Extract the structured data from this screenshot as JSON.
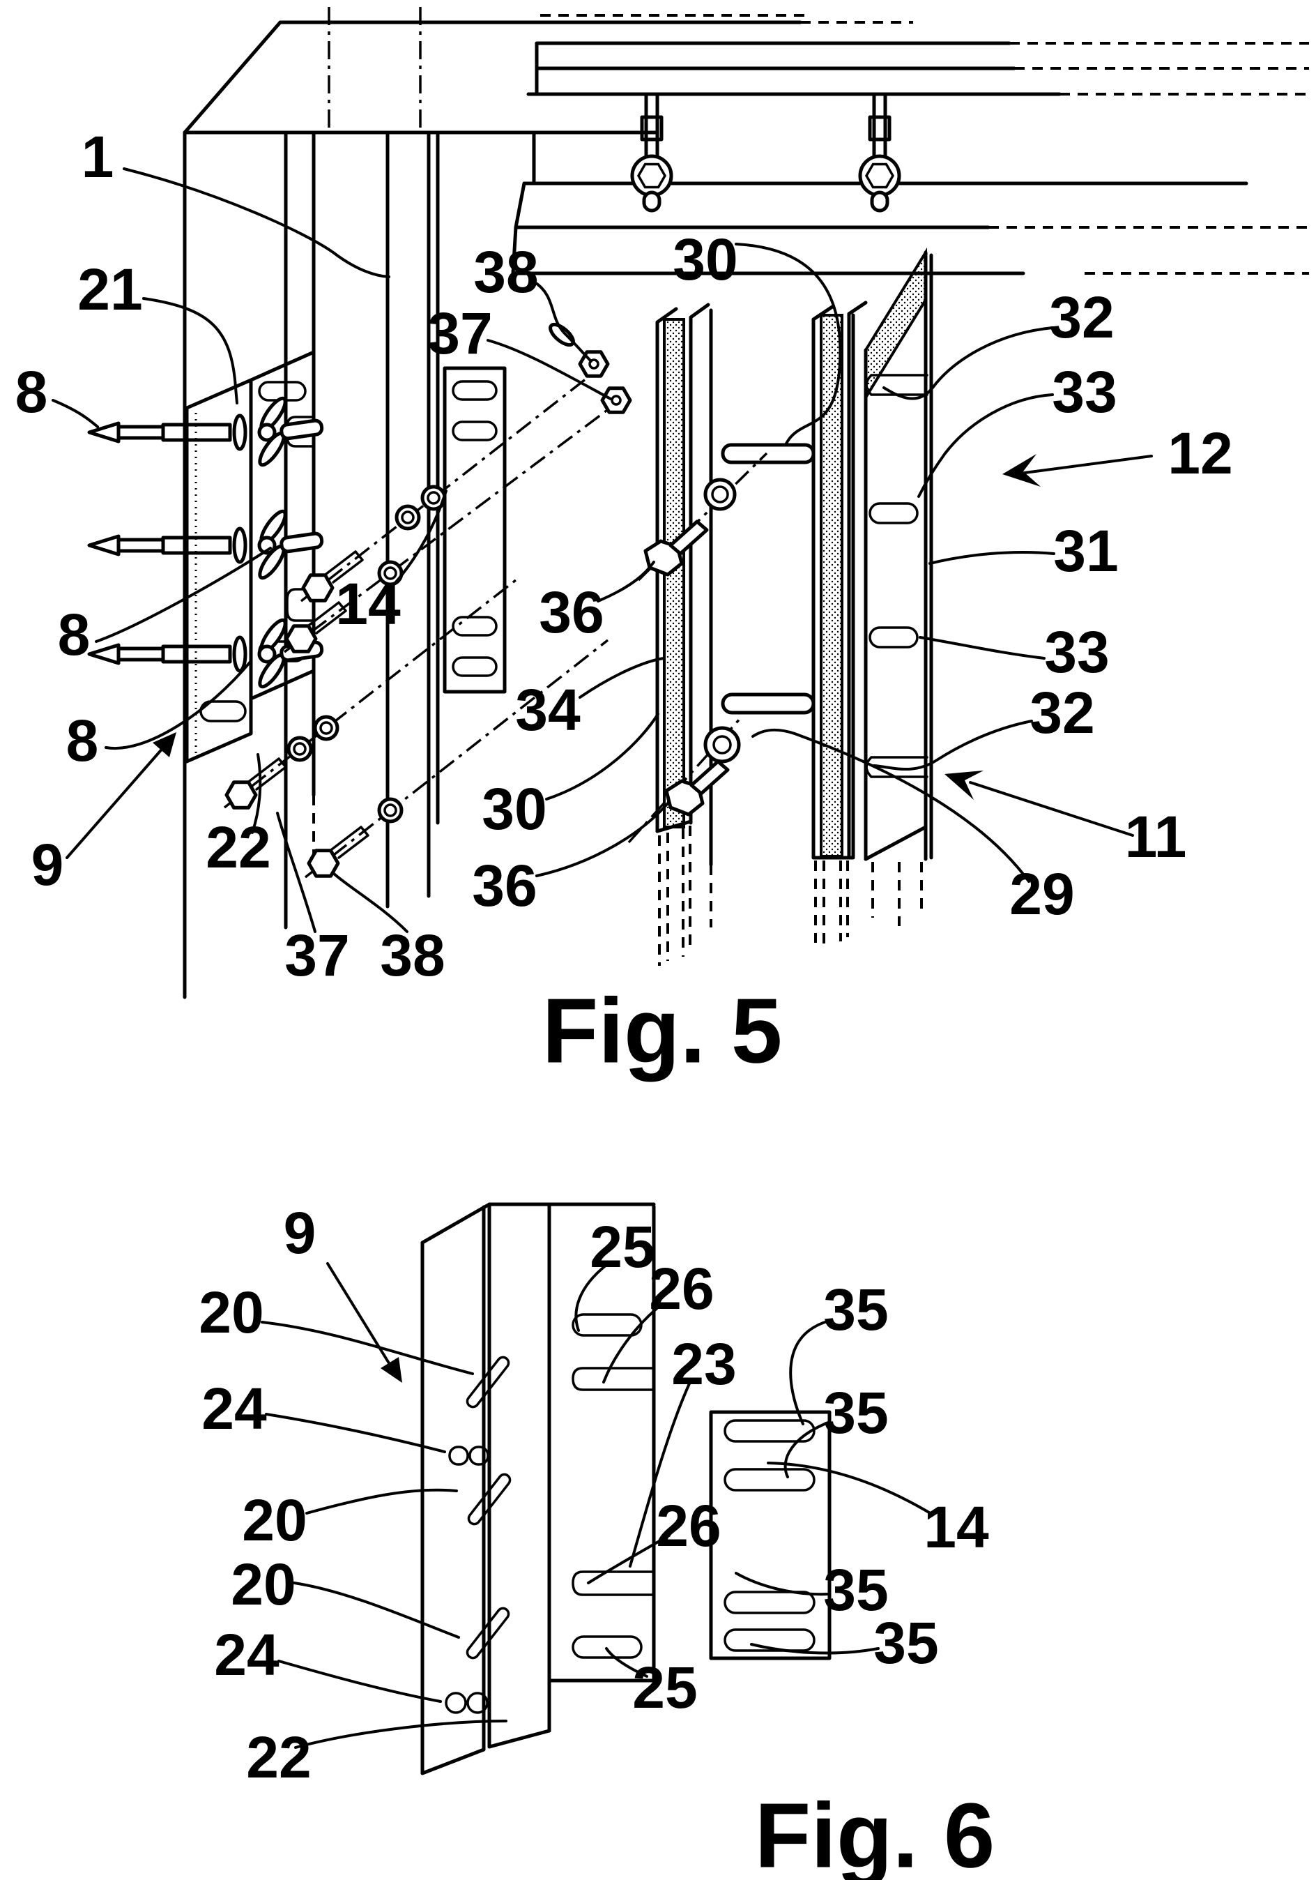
{
  "page": {
    "paper_color": "#ffffff",
    "ink_color": "#000000"
  },
  "figure5": {
    "caption": "Fig. 5",
    "refs": {
      "n1": "1",
      "n8": "8",
      "n9": "9",
      "n11": "11",
      "n12": "12",
      "n14": "14",
      "n21": "21",
      "n22": "22",
      "n29": "29",
      "n30": "30",
      "n31": "31",
      "n32": "32",
      "n33": "33",
      "n34": "34",
      "n36": "36",
      "n37": "37",
      "n38": "38"
    }
  },
  "figure6": {
    "caption": "Fig. 6",
    "refs": {
      "n9": "9",
      "n14": "14",
      "n20": "20",
      "n22": "22",
      "n23": "23",
      "n24": "24",
      "n25": "25",
      "n26": "26",
      "n35": "35"
    }
  }
}
